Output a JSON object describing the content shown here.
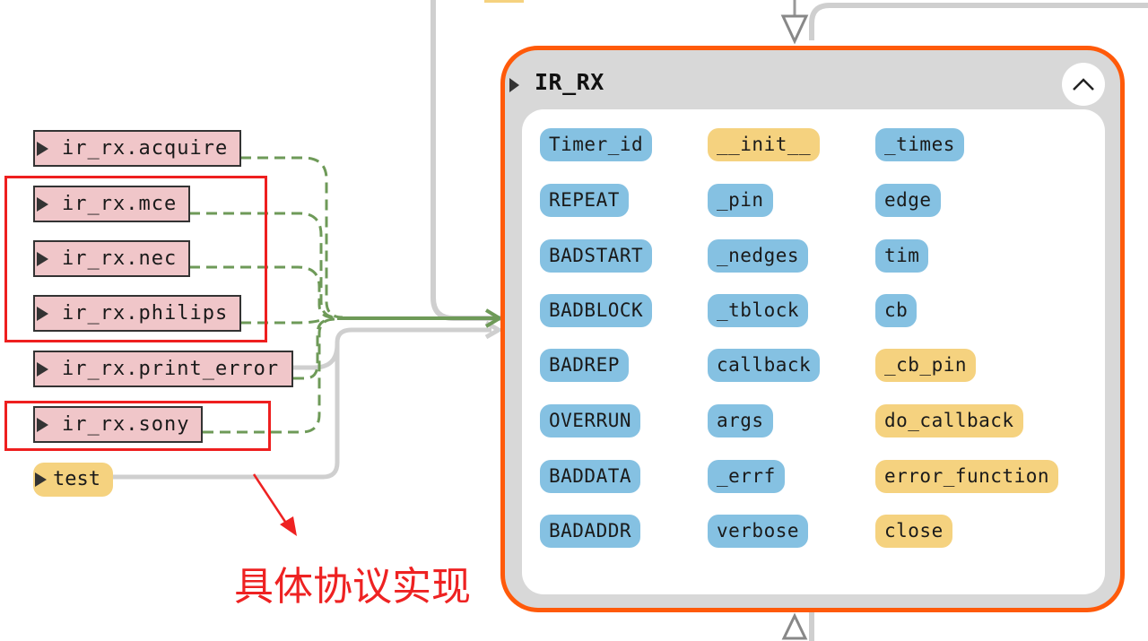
{
  "module": {
    "title": "IR_RX",
    "members": [
      [
        {
          "label": "Timer_id",
          "kind": "variable"
        },
        {
          "label": "REPEAT",
          "kind": "variable"
        },
        {
          "label": "BADSTART",
          "kind": "variable"
        },
        {
          "label": "BADBLOCK",
          "kind": "variable"
        },
        {
          "label": "BADREP",
          "kind": "variable"
        },
        {
          "label": "OVERRUN",
          "kind": "variable"
        },
        {
          "label": "BADDATA",
          "kind": "variable"
        },
        {
          "label": "BADADDR",
          "kind": "variable"
        }
      ],
      [
        {
          "label": "__init__",
          "kind": "function"
        },
        {
          "label": "_pin",
          "kind": "variable"
        },
        {
          "label": "_nedges",
          "kind": "variable"
        },
        {
          "label": "_tblock",
          "kind": "variable"
        },
        {
          "label": "callback",
          "kind": "variable"
        },
        {
          "label": "args",
          "kind": "variable"
        },
        {
          "label": "_errf",
          "kind": "variable"
        },
        {
          "label": "verbose",
          "kind": "variable"
        }
      ],
      [
        {
          "label": "_times",
          "kind": "variable"
        },
        {
          "label": "edge",
          "kind": "variable"
        },
        {
          "label": "tim",
          "kind": "variable"
        },
        {
          "label": "cb",
          "kind": "variable"
        },
        {
          "label": "_cb_pin",
          "kind": "function"
        },
        {
          "label": "do_callback",
          "kind": "function"
        },
        {
          "label": "error_function",
          "kind": "function"
        },
        {
          "label": "close",
          "kind": "function"
        }
      ]
    ]
  },
  "subclasses": [
    {
      "label": "ir_rx.acquire"
    },
    {
      "label": "ir_rx.mce"
    },
    {
      "label": "ir_rx.nec"
    },
    {
      "label": "ir_rx.philips"
    },
    {
      "label": "ir_rx.print_error"
    },
    {
      "label": "ir_rx.sony"
    }
  ],
  "test_node": {
    "label": "test"
  },
  "annotation": {
    "text": "具体协议实现"
  },
  "colors": {
    "highlight_border": "#ff5a0a",
    "variable_pill": "#85c1e2",
    "function_pill": "#f5d27f",
    "class_node": "#f0c6c9",
    "inheritance_edge": "#6e9a58",
    "annotation": "#ee2222"
  },
  "icons": {
    "collapse": "chevron-up-icon",
    "expand": "play-triangle-icon"
  }
}
